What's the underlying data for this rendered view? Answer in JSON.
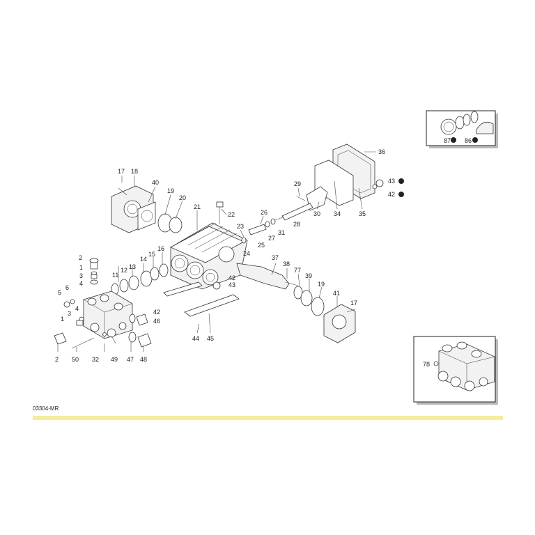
{
  "drawing_code": "03304-MR",
  "footer_band_color": "#f7ec9c",
  "badge_symbol": "❸",
  "callouts": [
    {
      "id": "c17a",
      "text": "17"
    },
    {
      "id": "c18",
      "text": "18"
    },
    {
      "id": "c40",
      "text": "40"
    },
    {
      "id": "c19a",
      "text": "19"
    },
    {
      "id": "c20",
      "text": "20"
    },
    {
      "id": "c21",
      "text": "21"
    },
    {
      "id": "c22",
      "text": "22"
    },
    {
      "id": "c23",
      "text": "23"
    },
    {
      "id": "c24",
      "text": "24"
    },
    {
      "id": "c25",
      "text": "25"
    },
    {
      "id": "c26",
      "text": "26"
    },
    {
      "id": "c27",
      "text": "27"
    },
    {
      "id": "c31",
      "text": "31"
    },
    {
      "id": "c28",
      "text": "28"
    },
    {
      "id": "c29",
      "text": "29"
    },
    {
      "id": "c30",
      "text": "30"
    },
    {
      "id": "c34",
      "text": "34"
    },
    {
      "id": "c35",
      "text": "35"
    },
    {
      "id": "c36",
      "text": "36"
    },
    {
      "id": "c43a",
      "text": "43"
    },
    {
      "id": "c42a",
      "text": "42"
    },
    {
      "id": "c2a",
      "text": "2"
    },
    {
      "id": "c1a",
      "text": "1"
    },
    {
      "id": "c3a",
      "text": "3"
    },
    {
      "id": "c4a",
      "text": "4"
    },
    {
      "id": "c11",
      "text": "11"
    },
    {
      "id": "c12",
      "text": "12"
    },
    {
      "id": "c13",
      "text": "13"
    },
    {
      "id": "c14",
      "text": "14"
    },
    {
      "id": "c15",
      "text": "15"
    },
    {
      "id": "c16",
      "text": "16"
    },
    {
      "id": "c37",
      "text": "37"
    },
    {
      "id": "c38",
      "text": "38"
    },
    {
      "id": "c77",
      "text": "77"
    },
    {
      "id": "c39",
      "text": "39"
    },
    {
      "id": "c19b",
      "text": "19"
    },
    {
      "id": "c41",
      "text": "41"
    },
    {
      "id": "c17b",
      "text": "17"
    },
    {
      "id": "c42b",
      "text": "42"
    },
    {
      "id": "c43b",
      "text": "43"
    },
    {
      "id": "c5",
      "text": "5"
    },
    {
      "id": "c6",
      "text": "6"
    },
    {
      "id": "c4b",
      "text": "4"
    },
    {
      "id": "c3b",
      "text": "3"
    },
    {
      "id": "c1b",
      "text": "1"
    },
    {
      "id": "c42c",
      "text": "42"
    },
    {
      "id": "c46",
      "text": "46"
    },
    {
      "id": "c2b",
      "text": "2"
    },
    {
      "id": "c50",
      "text": "50"
    },
    {
      "id": "c32",
      "text": "32"
    },
    {
      "id": "c49",
      "text": "49"
    },
    {
      "id": "c47",
      "text": "47"
    },
    {
      "id": "c48",
      "text": "48"
    },
    {
      "id": "c44",
      "text": "44"
    },
    {
      "id": "c45",
      "text": "45"
    },
    {
      "id": "c87",
      "text": "87"
    },
    {
      "id": "c86",
      "text": "86"
    },
    {
      "id": "c78",
      "text": "78"
    }
  ]
}
